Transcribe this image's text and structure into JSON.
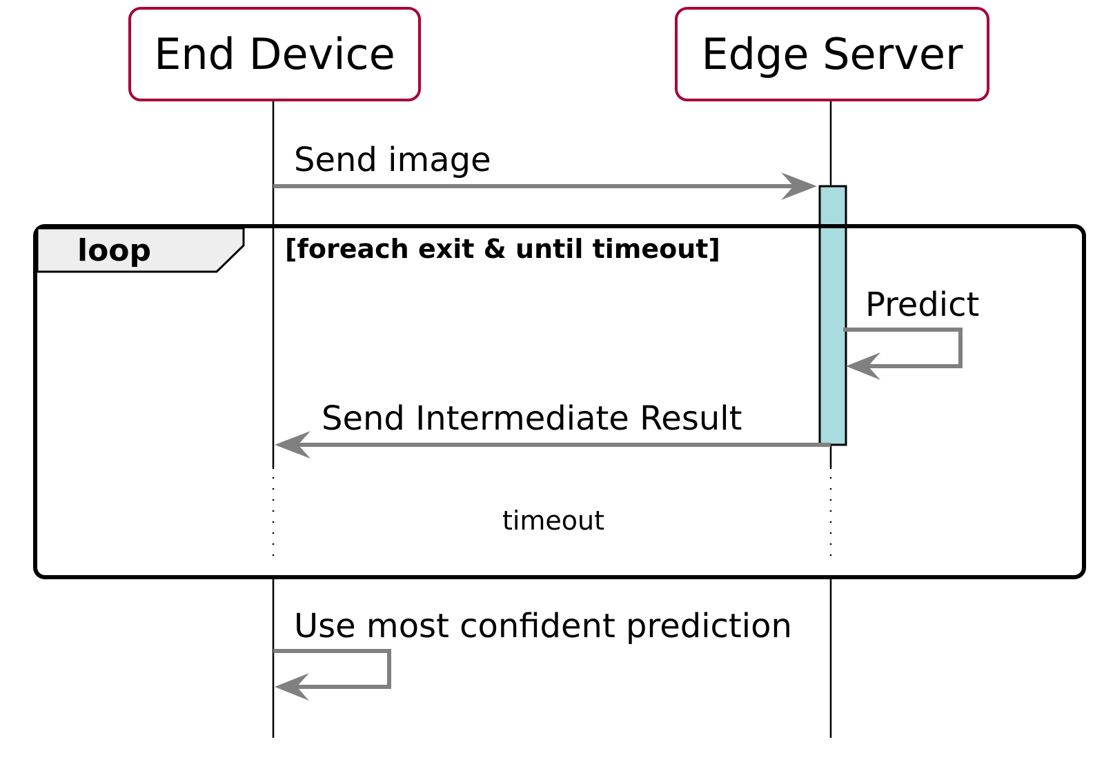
{
  "participants": {
    "end_device": "End Device",
    "edge_server": "Edge Server"
  },
  "messages": {
    "send_image": "Send image",
    "predict": "Predict",
    "send_intermediate": "Send Intermediate Result",
    "use_most_confident": "Use most confident prediction"
  },
  "loop": {
    "keyword": "loop",
    "condition": "[foreach exit & until timeout]"
  },
  "delay": {
    "label": "timeout"
  },
  "colors": {
    "participant_border": "#A80036",
    "arrow": "#808080",
    "activation_fill": "#A9DCDF",
    "loop_tab_fill": "#EEEEEE"
  }
}
